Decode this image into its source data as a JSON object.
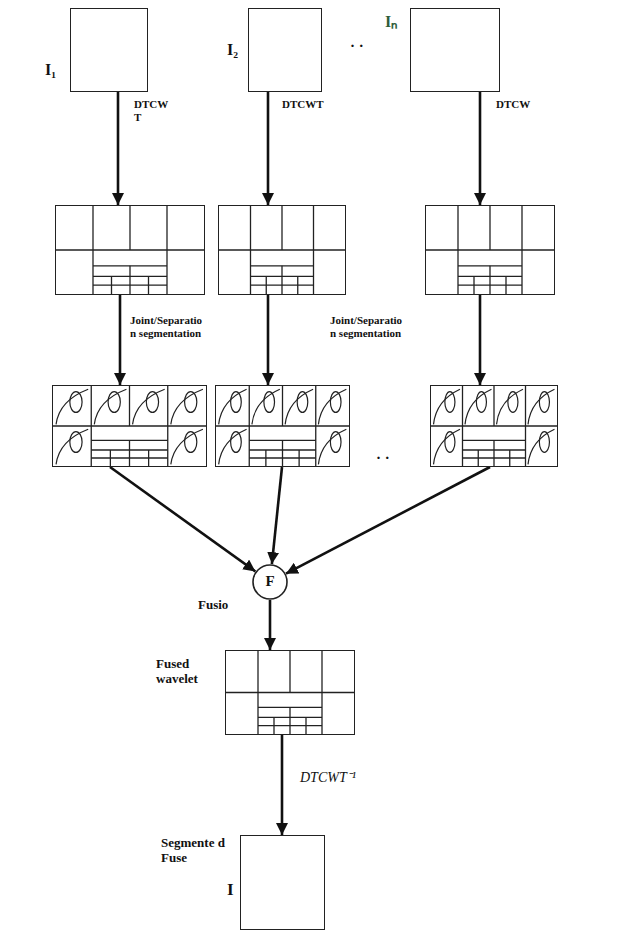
{
  "diagram": {
    "nodes": [
      {
        "text": [
          "I₁"
        ]
      },
      {
        "text": [
          "I₂"
        ]
      },
      {
        "text": [
          "Iₙ"
        ]
      },
      {
        "text": []
      },
      {
        "text": []
      },
      {
        "text": []
      },
      {
        "text": []
      },
      {
        "text": []
      },
      {
        "text": []
      },
      {
        "text": [
          "F"
        ]
      },
      {
        "text": [
          "Fused wavelet"
        ]
      },
      {
        "text": [
          "Segmente d Fuse",
          "I"
        ]
      }
    ],
    "edges": [
      {
        "from": 0,
        "to": 3,
        "arrow": "to",
        "label": "DTCW T"
      },
      {
        "from": 1,
        "to": 4,
        "arrow": "to",
        "label": "DTCWT"
      },
      {
        "from": 2,
        "to": 5,
        "arrow": "to",
        "label": "DTCW"
      },
      {
        "from": 3,
        "to": 6,
        "arrow": "to",
        "label": "Joint/Separatio n segmentation"
      },
      {
        "from": 4,
        "to": 7,
        "arrow": "to",
        "label": "Joint/Separatio n segmentation"
      },
      {
        "from": 5,
        "to": 8,
        "arrow": "to"
      },
      {
        "from": 6,
        "to": 9,
        "arrow": "to"
      },
      {
        "from": 7,
        "to": 9,
        "arrow": "to"
      },
      {
        "from": 8,
        "to": 9,
        "arrow": "to"
      },
      {
        "from": 9,
        "to": 10,
        "arrow": "to"
      },
      {
        "from": 10,
        "to": 11,
        "arrow": "to",
        "label": "DTCWT⁻¹"
      }
    ],
    "labels": [
      "· ·",
      "· ·",
      "Fusio"
    ]
  }
}
